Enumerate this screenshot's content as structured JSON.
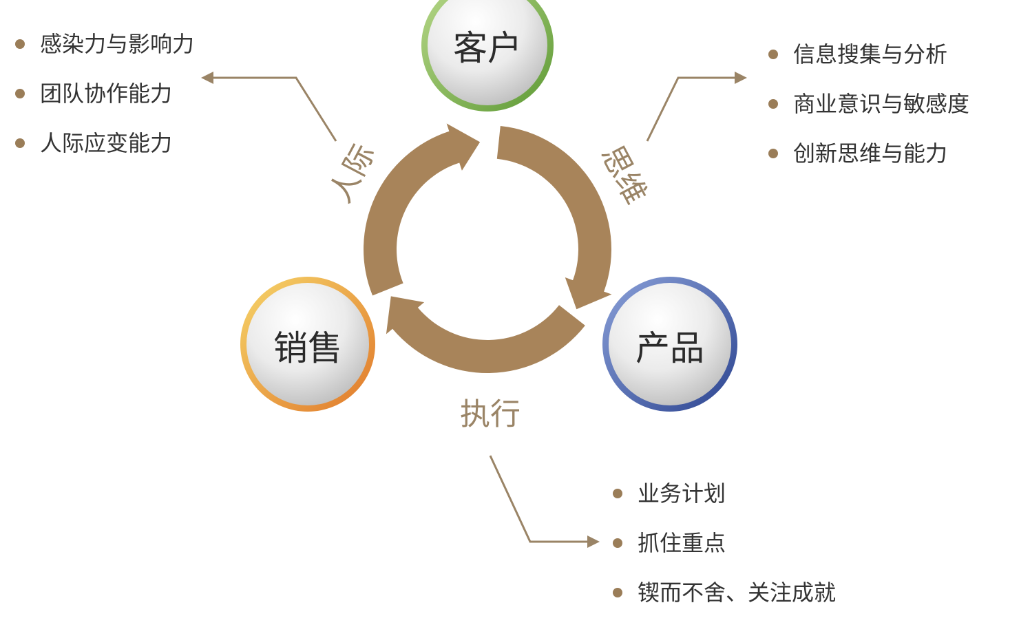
{
  "colors": {
    "ring": "#a8845a",
    "connector": "#9a8466",
    "bullet": "#9a7d58",
    "customer_ring": "#7bb04a",
    "sales_ring": "#e8952e",
    "product_ring": "#3a58a8"
  },
  "nodes": {
    "customer": "客户",
    "sales": "销售",
    "product": "产品"
  },
  "dimensions": {
    "interpersonal": "人际",
    "thinking": "思维",
    "execution": "执行"
  },
  "lists": {
    "interpersonal": [
      "感染力与影响力",
      "团队协作能力",
      "人际应变能力"
    ],
    "thinking": [
      "信息搜集与分析",
      "商业意识与敏感度",
      "创新思维与能力"
    ],
    "execution": [
      "业务计划",
      "抓住重点",
      "锲而不舍、关注成就"
    ]
  }
}
